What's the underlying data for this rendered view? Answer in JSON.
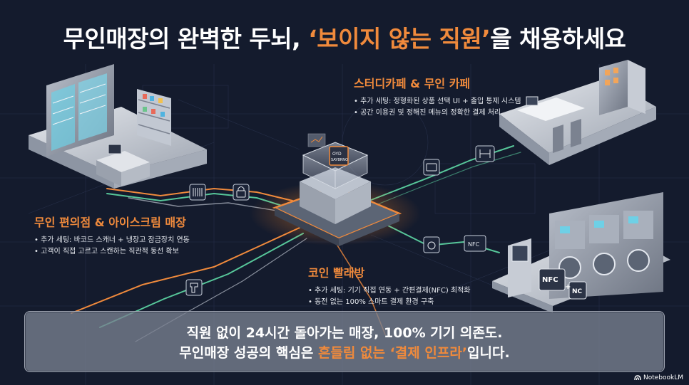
{
  "title": {
    "part1": "무인매장의 완벽한 두뇌, ",
    "highlight": "‘보이지 않는 직원’",
    "part2": "을 채용하세요"
  },
  "sections": {
    "convenience": {
      "title": "무인 편의점 & 아이스크림 매장",
      "bullets": [
        "추가 세팅: 바코드 스캐너 + 냉장고 잠금장치 연동",
        "고객이 직접 고르고 스캔하는 직관적 동선 확보"
      ]
    },
    "cafe": {
      "title": "스터디카페 & 무인 카페",
      "bullets": [
        "추가 세팅: 정형화된 상품 선택 UI + 출입 통제 시스템",
        "공간 이용권 및 정해진 메뉴의 정확한 결제 처리"
      ]
    },
    "laundry": {
      "title": "코인 빨래방",
      "bullets": [
        "추가 세팅: 기기 직접 연동 + 간편결제(NFC) 최적화",
        "동전 없는 100% 스마트 결제 환경 구축"
      ]
    }
  },
  "center_chip": {
    "line1": "OYD",
    "line2": "SAYBRNO"
  },
  "labels": {
    "nfc_small": "NFC",
    "nfc_kiosk": "NFC",
    "plus": "+",
    "nfc_card": "NC"
  },
  "banner": {
    "line1": "직원 없이 24시간 돌아가는 매장, 100% 기기 의존도.",
    "line2_part1": "무인매장 성공의 핵심은 ",
    "line2_highlight": "흔들림 없는 ‘결제 인프라’",
    "line2_part2": "입니다."
  },
  "brand": "NotebookLM",
  "colors": {
    "accent": "#f08a3c",
    "background": "#141b2d",
    "line_green": "#57c79a",
    "line_orange": "#f08a3c"
  }
}
